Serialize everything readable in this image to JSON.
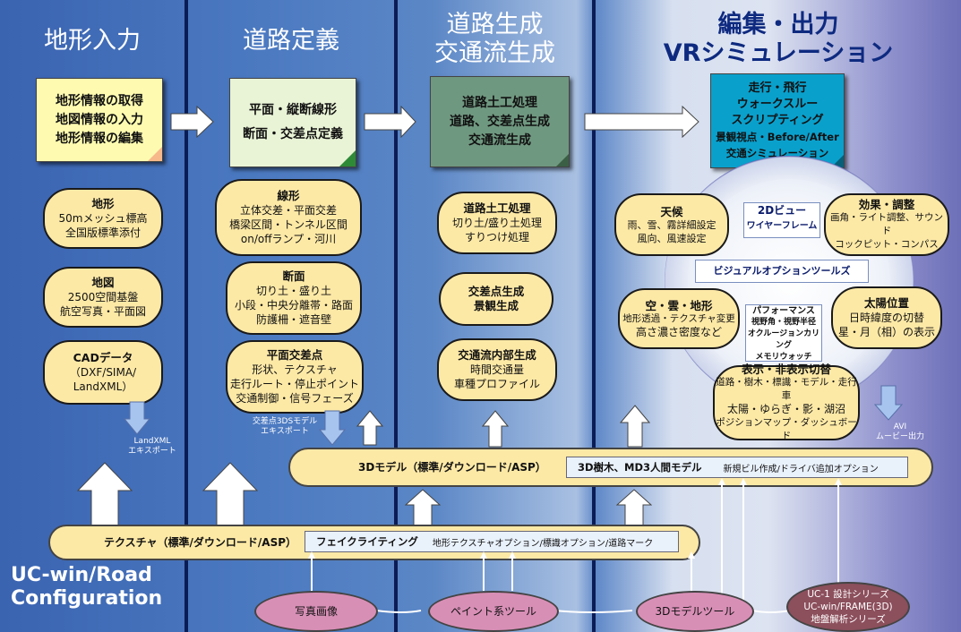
{
  "columns": [
    {
      "title_lines": [
        "地形入力"
      ]
    },
    {
      "title_lines": [
        "道路定義"
      ]
    },
    {
      "title_lines": [
        "道路生成",
        "交通流生成"
      ]
    },
    {
      "title_lines": [
        "編集・出力",
        "VRシミュレーション"
      ]
    }
  ],
  "notes": [
    {
      "lines": [
        "地形情報の取得",
        "地図情報の入力",
        "地形情報の編集"
      ],
      "color": "#fefbb0"
    },
    {
      "lines": [
        "平面・縦断線形",
        "断面・交差点定義"
      ],
      "color": "#e9f4d6"
    },
    {
      "lines": [
        "道路土工処理",
        "道路、交差点生成",
        "交通流生成"
      ],
      "color": "#6f9880"
    },
    {
      "lines": [
        "走行・飛行",
        "ウォークスルー",
        "スクリプティング",
        "景観視点・Before/After",
        "交通シミュレーション"
      ],
      "color": "#0aa0cc"
    }
  ],
  "terrain_pills": [
    {
      "head": "地形",
      "lines": [
        "50mメッシュ標高",
        "全国版標準添付"
      ]
    },
    {
      "head": "地図",
      "lines": [
        "2500空間基盤",
        "航空写真・平面図"
      ]
    },
    {
      "head": "CADデータ",
      "lines": [
        "（DXF/SIMA/",
        "LandXML）"
      ]
    }
  ],
  "road_pills": [
    {
      "head": "線形",
      "lines": [
        "立体交差・平面交差",
        "橋梁区間・トンネル区間",
        "on/offランプ・河川"
      ]
    },
    {
      "head": "断面",
      "lines": [
        "切り土・盛り土",
        "小段・中央分離帯・路面",
        "防護柵・遮音壁"
      ]
    },
    {
      "head": "平面交差点",
      "lines": [
        "形状、テクスチャ",
        "走行ルート・停止ポイント",
        "交通制御・信号フェーズ"
      ]
    }
  ],
  "gen_pills": [
    {
      "head": "道路土工処理",
      "lines": [
        "切り土/盛り土処理",
        "すりつけ処理"
      ]
    },
    {
      "head": "交差点生成",
      "lines": [
        "景観生成"
      ]
    },
    {
      "head": "交通流内部生成",
      "lines": [
        "時間交通量",
        "車種プロファイル"
      ]
    }
  ],
  "ring": {
    "weather": {
      "head": "天候",
      "lines": [
        "雨、雪、霧詳細設定",
        "風向、風速設定"
      ]
    },
    "effects": {
      "head": "効果・調整",
      "lines": [
        "画角・ライト調整、サウンド",
        "コックピット・コンパス"
      ]
    },
    "sky": {
      "head": "空・雲・地形",
      "lines": [
        "地形透過・テクスチャ変更",
        "高さ濃さ密度など"
      ]
    },
    "sun": {
      "head": "太陽位置",
      "lines": [
        "日時緯度の切替",
        "星・月（相）の表示"
      ]
    },
    "display": {
      "head": "表示・非表示切替",
      "lines": [
        "道路・樹木・標識・モデル・走行車",
        "太陽・ゆらぎ・影・湖沼",
        "ポジションマップ・ダッシュボード"
      ]
    },
    "view2d": {
      "head": "2Dビュー",
      "sub": "ワイヤーフレーム"
    },
    "visual_tools": "ビジュアルオプションツールズ",
    "performance": {
      "head": "パフォーマンス",
      "lines": [
        "視野角・視野半径",
        "オクルージョンカリング",
        "メモリウォッチ"
      ]
    }
  },
  "export_labels": {
    "landxml": [
      "LandXML",
      "エキスポート"
    ],
    "intersection": [
      "交差点3DSモデル",
      "エキスポート"
    ],
    "avi": [
      "AVI",
      "ムービー出力"
    ]
  },
  "model_bar": {
    "label": "3Dモデル（標準/ダウンロード/ASP）",
    "inner_head": "3D樹木、MD3人間モデル",
    "inner_rest": "新規ビル作成/ドライバ追加オプション"
  },
  "texture_bar": {
    "label": "テクスチャ（標準/ダウンロード/ASP）",
    "inner_head": "フェイクライティング",
    "inner_rest": "地形テクスチャオプション/標識オプション/道路マーク"
  },
  "brand": [
    "UC-win/Road",
    "Configuration"
  ],
  "tools": [
    {
      "label": "写真画像"
    },
    {
      "label": "ペイント系ツール"
    },
    {
      "label": "3Dモデルツール"
    },
    {
      "lines": [
        "UC-1 設計シリーズ",
        "UC-win/FRAME(3D)",
        "地盤解析シリーズ"
      ]
    }
  ],
  "colors": {
    "pill": "#fde9a6",
    "tool_oval": "#d88fb6",
    "tool_dark": "#8c4f5c",
    "divider": "#0b1c55"
  }
}
